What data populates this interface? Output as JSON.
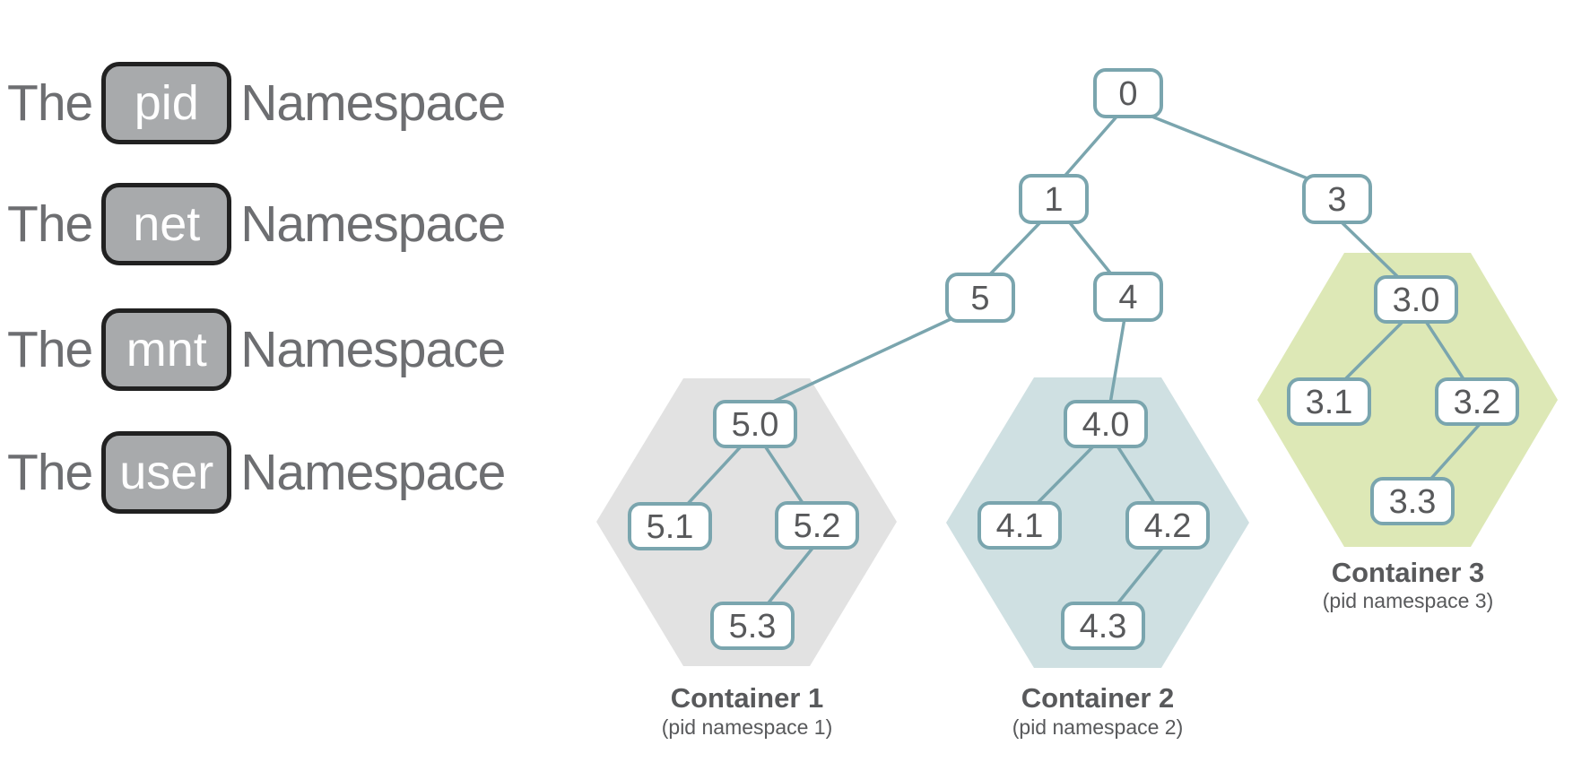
{
  "left_panel": {
    "rows": [
      {
        "prefix": "The",
        "badge": "pid",
        "suffix": "Namespace"
      },
      {
        "prefix": "The",
        "badge": "net",
        "suffix": "Namespace"
      },
      {
        "prefix": "The",
        "badge": "mnt",
        "suffix": "Namespace"
      },
      {
        "prefix": "The",
        "badge": "user",
        "suffix": "Namespace"
      }
    ]
  },
  "diagram": {
    "nodes": {
      "n0": "0",
      "n1": "1",
      "n3": "3",
      "n5": "5",
      "n4": "4",
      "n5_0": "5.0",
      "n5_1": "5.1",
      "n5_2": "5.2",
      "n5_3": "5.3",
      "n4_0": "4.0",
      "n4_1": "4.1",
      "n4_2": "4.2",
      "n4_3": "4.3",
      "n3_0": "3.0",
      "n3_1": "3.1",
      "n3_2": "3.2",
      "n3_3": "3.3"
    },
    "edges": [
      [
        "0",
        "1"
      ],
      [
        "0",
        "3"
      ],
      [
        "1",
        "5"
      ],
      [
        "1",
        "4"
      ],
      [
        "5",
        "5.0"
      ],
      [
        "5.0",
        "5.1"
      ],
      [
        "5.0",
        "5.2"
      ],
      [
        "5.2",
        "5.3"
      ],
      [
        "4",
        "4.0"
      ],
      [
        "4.0",
        "4.1"
      ],
      [
        "4.0",
        "4.2"
      ],
      [
        "4.2",
        "4.3"
      ],
      [
        "3",
        "3.0"
      ],
      [
        "3.0",
        "3.1"
      ],
      [
        "3.0",
        "3.2"
      ],
      [
        "3.2",
        "3.3"
      ]
    ],
    "containers": [
      {
        "label": "Container 1",
        "sublabel": "(pid namespace 1)",
        "fill": "#e2e2e2"
      },
      {
        "label": "Container 2",
        "sublabel": "(pid namespace 2)",
        "fill": "#cfe0e2"
      },
      {
        "label": "Container 3",
        "sublabel": "(pid namespace 3)",
        "fill": "#dde8b6"
      }
    ],
    "colors": {
      "edge": "#7aa5ae",
      "node_border": "#7aa5ae",
      "node_text": "#58595b",
      "title_text": "#6d6e71",
      "badge_fill": "#a8aaac",
      "badge_border": "#212121",
      "badge_text": "#ffffff"
    }
  }
}
